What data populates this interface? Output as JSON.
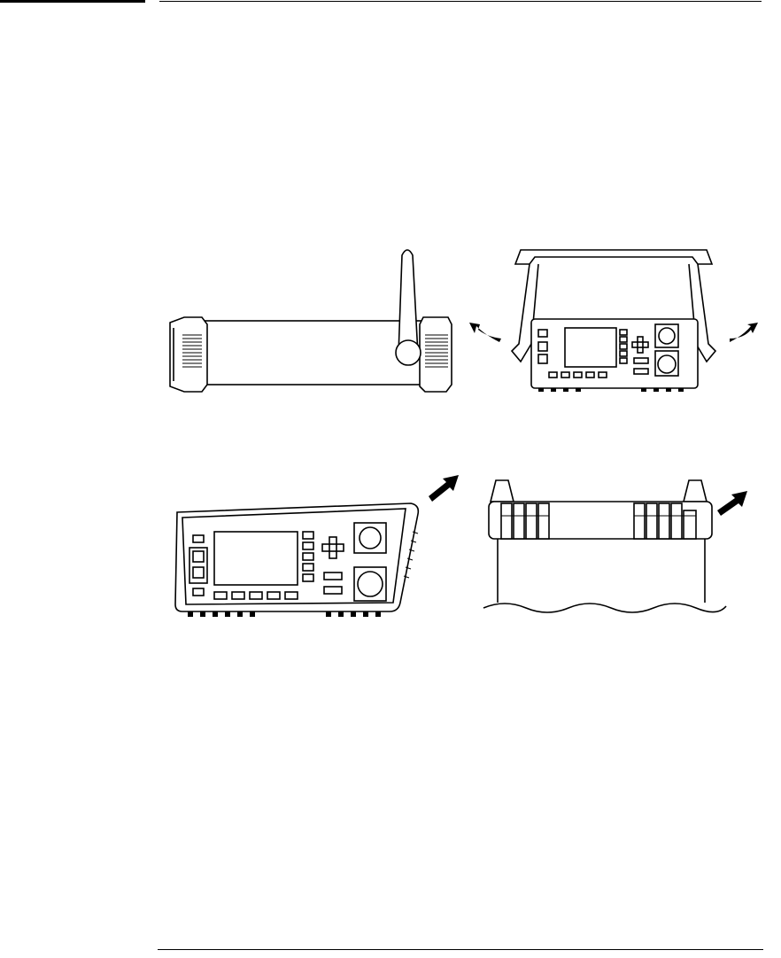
{
  "figures": [
    {
      "id": "fig-side",
      "subject": "instrument-side-view-with-handle-raised"
    },
    {
      "id": "fig-front",
      "subject": "instrument-front-view-handle-pulled-out"
    },
    {
      "id": "fig-tilt",
      "subject": "instrument-front-view-bumpers-rotated"
    },
    {
      "id": "fig-back",
      "subject": "instrument-top-bumper-removal"
    }
  ],
  "colors": {
    "line": "#000000",
    "fill": "#ffffff",
    "arrow": "#000000"
  }
}
